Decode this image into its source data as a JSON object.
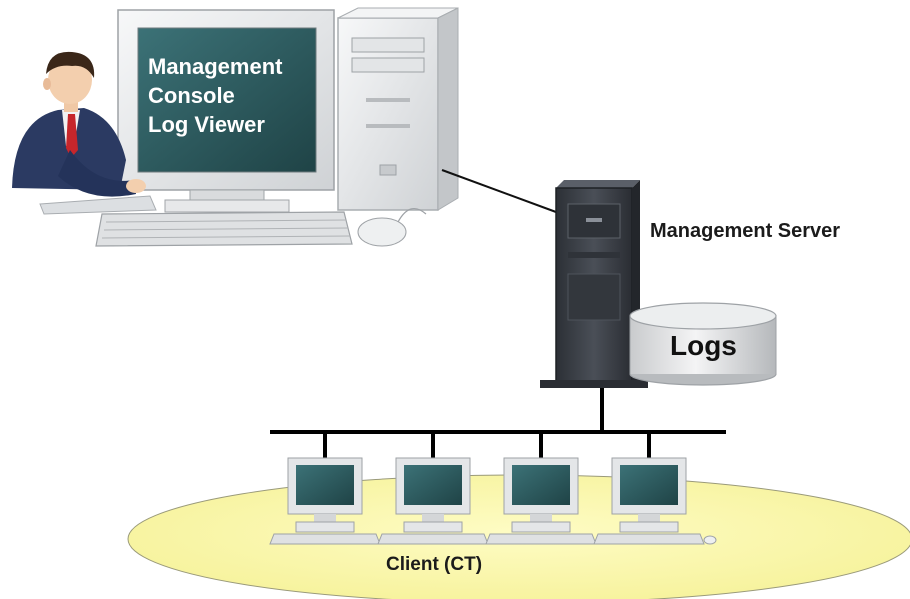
{
  "console_screen": {
    "lines": [
      "Management",
      "Console",
      "Log Viewer"
    ]
  },
  "server": {
    "label": "Management Server"
  },
  "storage": {
    "label": "Logs"
  },
  "clients": {
    "label": "Client (CT)",
    "count": 4
  },
  "colors": {
    "screen": "#2f5f63",
    "monitor_body": "#ecedee",
    "server_body": "#3a3e44",
    "ellipse_fill": "#fbf8a6",
    "network_line": "#000000",
    "suit": "#2b3a62",
    "tie": "#c6262b"
  }
}
